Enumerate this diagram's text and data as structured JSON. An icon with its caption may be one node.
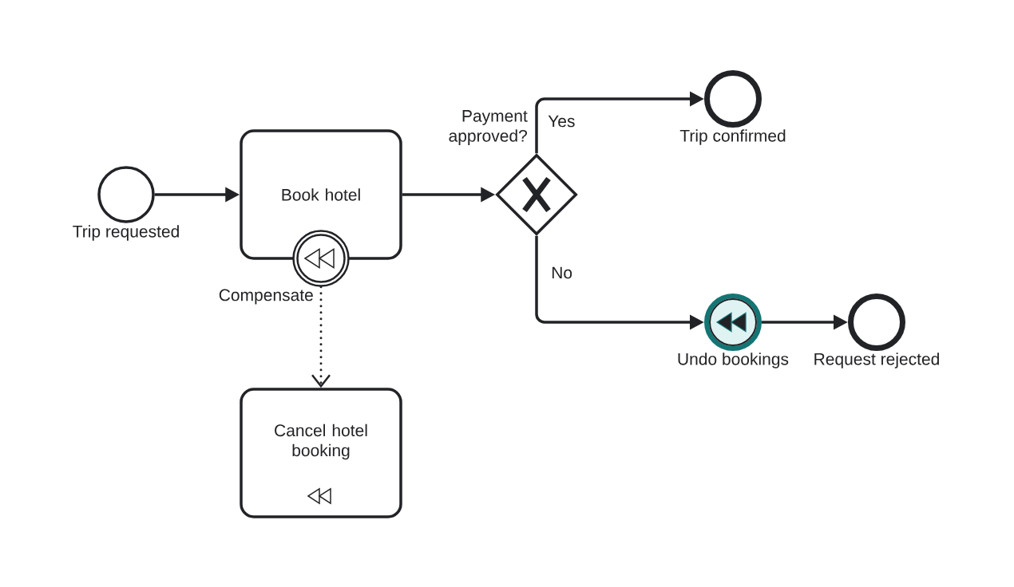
{
  "diagram": {
    "nodes": [
      {
        "text": [],
        "shape": "circle",
        "beside": [
          "Trip requested"
        ]
      },
      {
        "text": [
          "Book hotel"
        ]
      },
      {
        "text": [],
        "shape": "circle",
        "beside": [
          "Compensate"
        ]
      },
      {
        "text": [
          "Cancel hotel booking"
        ]
      },
      {
        "text": [],
        "shape": "diamond",
        "beside": [
          "Payment approved?"
        ]
      },
      {
        "text": [],
        "shape": "circle",
        "beside": [
          "Trip confirmed"
        ]
      },
      {
        "text": [],
        "shape": "circle",
        "beside": [
          "Undo bookings"
        ]
      },
      {
        "text": [],
        "shape": "circle",
        "beside": [
          "Request rejected"
        ]
      }
    ],
    "edges": [
      {
        "from": 0,
        "to": 1,
        "arrow": "to"
      },
      {
        "from": 1,
        "to": 4,
        "arrow": "to"
      },
      {
        "from": 4,
        "to": 5,
        "arrow": "to",
        "label": "Yes"
      },
      {
        "from": 4,
        "to": 6,
        "arrow": "to",
        "label": "No"
      },
      {
        "from": 6,
        "to": 7,
        "arrow": "to"
      },
      {
        "from": 2,
        "to": 3,
        "arrow": "to",
        "style": "dashed"
      }
    ]
  }
}
